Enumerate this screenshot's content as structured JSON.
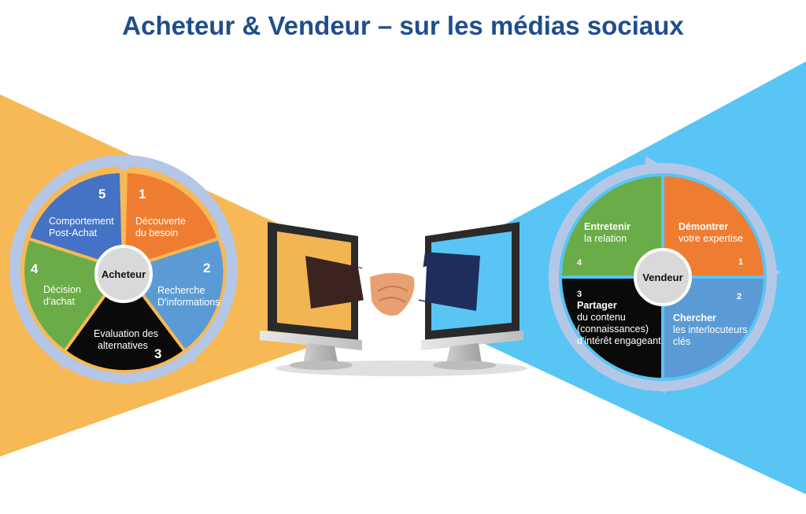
{
  "title": "Acheteur & Vendeur – sur les médias sociaux",
  "colors": {
    "title": "#1f4e8c",
    "buyer_bg": "#f7b955",
    "seller_bg": "#58c5f5",
    "orange": "#ef7d31",
    "blue_light": "#5b9bd5",
    "black": "#0a0a0a",
    "green": "#6aac47",
    "blue_dark": "#4472c4",
    "arrow": "#b4c7e7"
  },
  "buyer": {
    "center": "Acheteur",
    "segments": [
      {
        "number": "1",
        "line1": "Découverte",
        "line2": "du besoin"
      },
      {
        "number": "2",
        "line1": "Recherche",
        "line2": "D'informations"
      },
      {
        "number": "3",
        "line1": "Evaluation des",
        "line2": "alternatives"
      },
      {
        "number": "4",
        "line1": "Décision",
        "line2": "d'achat"
      },
      {
        "number": "5",
        "line1": "Comportement",
        "line2": "Post-Achat"
      }
    ]
  },
  "seller": {
    "center": "Vendeur",
    "segments": [
      {
        "number": "1",
        "line1": "Démontrer",
        "line2": "votre expertise"
      },
      {
        "number": "2",
        "line1": "Chercher",
        "line2": "les interlocuteurs",
        "line3": "clés"
      },
      {
        "number": "3",
        "line1": "Partager",
        "line2": "du contenu",
        "line3": "(connaissances)",
        "line4": "d'intérêt engageant"
      },
      {
        "number": "4",
        "line1": "Entretenir",
        "line2": "la relation"
      }
    ]
  }
}
